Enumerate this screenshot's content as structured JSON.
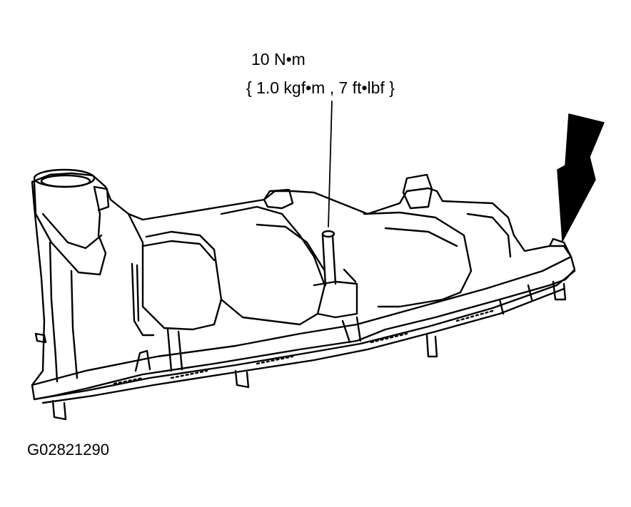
{
  "torque_spec": {
    "metric": "10 N•m",
    "alternate": "{ 1.0 kgf•m , 7 ft•lbf }"
  },
  "figure_id": "G02821290",
  "icons": {
    "part": "air-intake-cover-icon",
    "pointer": "direction-arrow-icon"
  },
  "colors": {
    "line": "#000000",
    "background": "#ffffff"
  }
}
